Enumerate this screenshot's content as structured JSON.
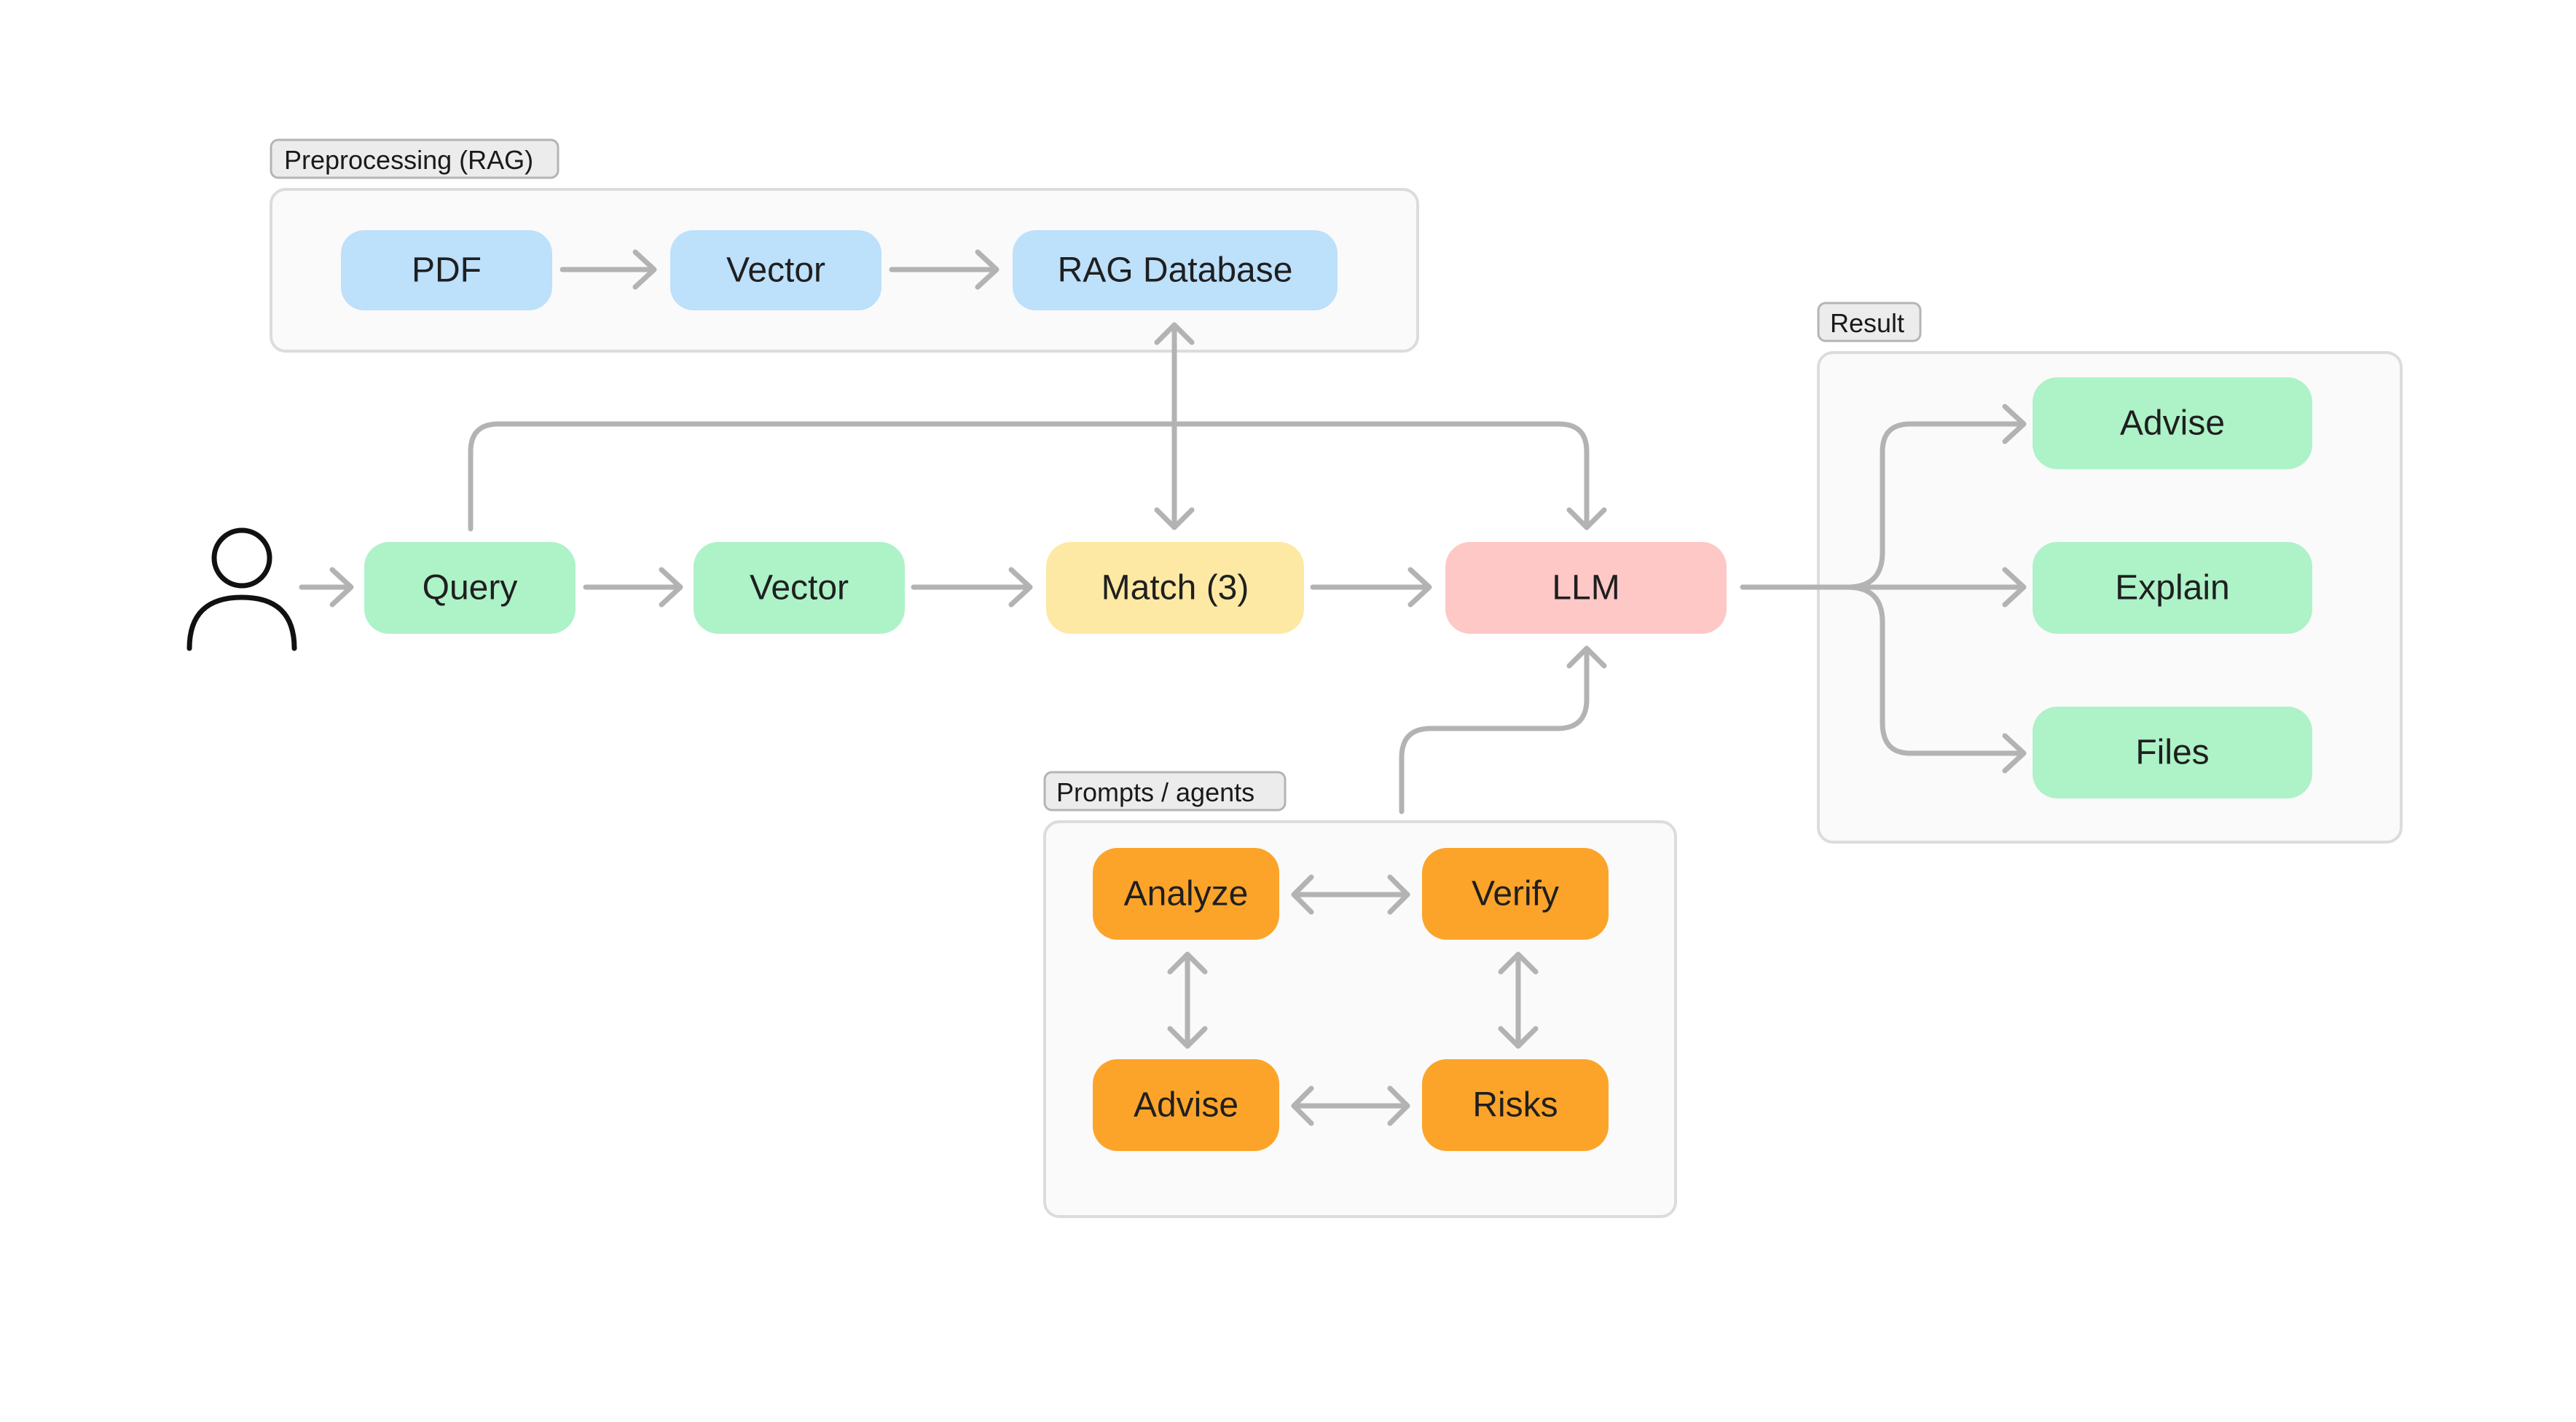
{
  "groups": {
    "preprocessing": {
      "label": "Preprocessing (RAG)"
    },
    "result": {
      "label": "Result"
    },
    "prompts": {
      "label": "Prompts / agents"
    }
  },
  "nodes": {
    "pdf": "PDF",
    "vector_pre": "Vector",
    "rag_db": "RAG Database",
    "query": "Query",
    "vector_main": "Vector",
    "match": "Match (3)",
    "llm": "LLM",
    "advise_result": "Advise",
    "explain": "Explain",
    "files": "Files",
    "analyze": "Analyze",
    "verify": "Verify",
    "advise_agent": "Advise",
    "risks": "Risks"
  },
  "icons": {
    "user": "user-icon"
  },
  "colors": {
    "blue": "#bde0fb",
    "green": "#aef2c8",
    "yellow": "#fde9a4",
    "red": "#fec8c6",
    "orange": "#fca42a",
    "connector": "#b3b3b3"
  }
}
